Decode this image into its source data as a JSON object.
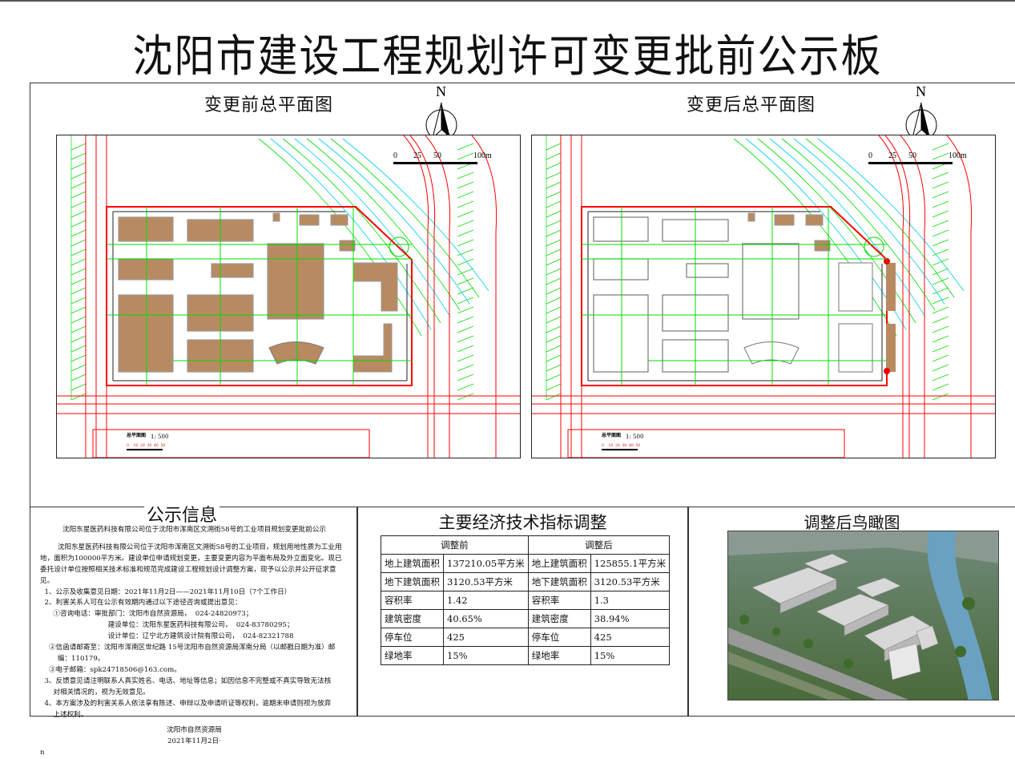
{
  "title": "沈阳市建设工程规划许可变更批前公示板",
  "plans": [
    {
      "title": "变更前总平面图",
      "variant": "before"
    },
    {
      "title": "变更后总平面图",
      "variant": "after"
    }
  ],
  "compass_label": "N",
  "scale_ticks": [
    "0",
    "25",
    "50",
    "100m"
  ],
  "plan_legend": {
    "label": "总平面图",
    "ratio": "1: 500",
    "ticks": [
      "0",
      "10",
      "20",
      "30",
      "40",
      "50"
    ]
  },
  "colors": {
    "building": "#b88a62",
    "boundary": "#ff0000",
    "dimension": "#00dd00",
    "water": "#00ccee"
  },
  "info": {
    "title": "公示信息",
    "heading": "沈阳东星医药科技有限公司位于沈阳市浑南区文溯街58号的工业项目规划变更批前公示",
    "paragraphs": [
      "        沈阳东星医药科技有限公司位于沈阳市浑南区文溯街58号的工业项目，规划用地性质为工业用地，面积为100000平方米。建设单位申请规划变更，主要变更内容为平面布局及外立面变化。现已委托设计单位按照相关技术标准和规范完成建设工程规划设计调整方案，现予以公示并公开征求意见。",
      "  1、公示及收集意见日期：2021年11月2日——2021年11月10日（7个工作日）",
      "  2、利害关系人可在公示有效期内通过以下途径咨询或提出意见：",
      "      ①咨询电话：审批部门：沈阳市自然资源局，  024-24820973；",
      "                               建设单位：沈阳东星医药科技有限公司，  024-83780295；",
      "                               设计单位：辽宁北方建筑设计院有限公司，  024-82321788",
      "    ②信函请邮寄至：沈阳市浑南区世纪路 15号沈阳市自然资源局浑南分局（以邮戳日期为准）邮\n        编：110179。",
      "    ③电子邮箱：spk24718506@163.com。",
      "  3、反馈意见请注明联系人真实姓名、电话、地址等信息；如因信息不完整或不真实导致无法核\n      对相关情况的，视为无效意见。",
      "  4、本方案涉及的利害关系人依法享有陈述、申辩以及申请听证等权利，逾期未申请则视为放弃\n      上述权利。"
    ],
    "signature": "沈阳市自然资源局",
    "date": "2021年11月2日·",
    "footnote": "n"
  },
  "indicators": {
    "title": "主要经济技术指标调整",
    "before_header": "调整前",
    "after_header": "调整后",
    "rows": [
      {
        "label": "地上建筑面积",
        "before": "137210.05平方米",
        "after": "125855.1平方米"
      },
      {
        "label": "地下建筑面积",
        "before": "3120.53平方米",
        "after": "3120.53平方米"
      },
      {
        "label": "容积率",
        "before": "1.42",
        "after": "1.3"
      },
      {
        "label": "建筑密度",
        "before": "40.65%",
        "after": "38.94%"
      },
      {
        "label": "停车位",
        "before": "425",
        "after": "425"
      },
      {
        "label": "绿地率",
        "before": "15%",
        "after": "15%"
      }
    ]
  },
  "aerial": {
    "title": "调整后鸟瞰图"
  }
}
